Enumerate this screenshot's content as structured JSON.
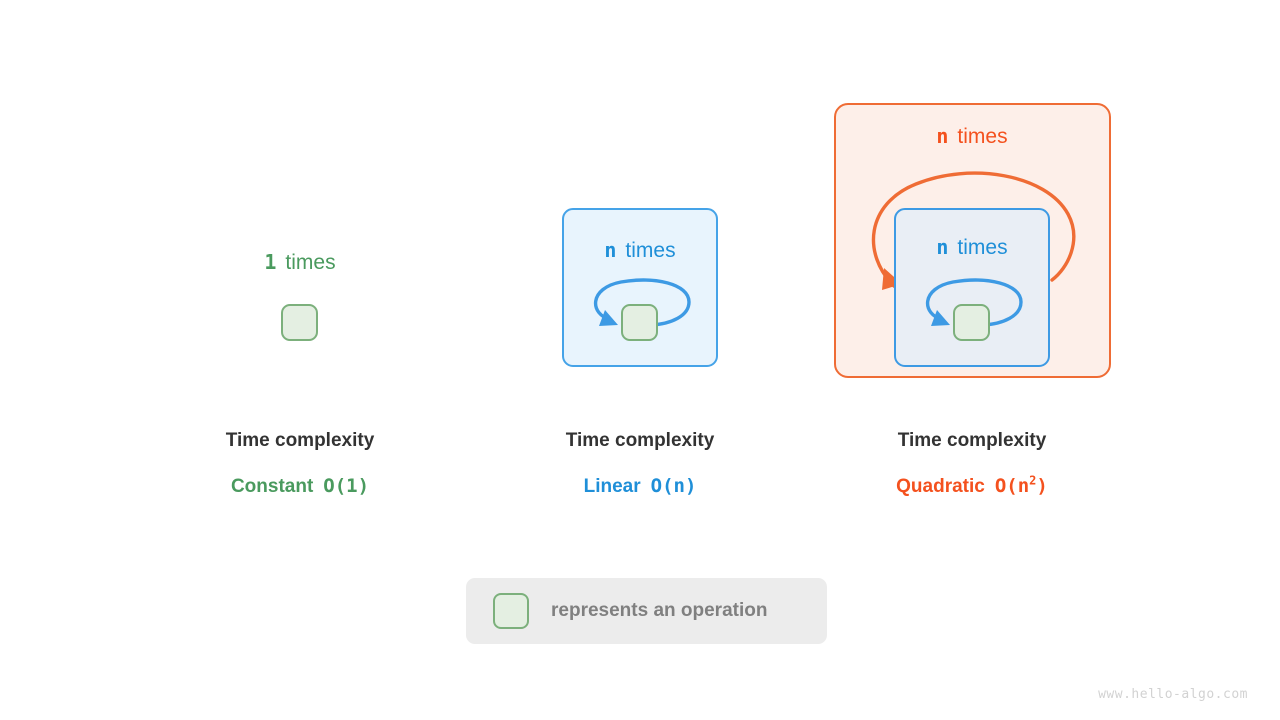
{
  "diagram": {
    "watermark": "www.hello-algo.com",
    "legend": {
      "swatch_name": "operation-box",
      "text": "represents an operation"
    },
    "colors": {
      "green": "#4a9a5e",
      "green_box_fill": "#e4efe2",
      "green_box_border": "#7cb07c",
      "blue": "#1f8fd8",
      "blue_box_fill": "#e8f4fd",
      "blue_box_border": "#45a3e8",
      "blue_nested_fill": "#e9eef5",
      "orange": "#f4511e",
      "orange_box_fill": "#fdefe9",
      "orange_box_border": "#ef6c35",
      "title_color": "#333333",
      "legend_bg": "#ececec",
      "legend_text": "#808080",
      "watermark": "#d2d2d2"
    },
    "columns": [
      {
        "id": "constant",
        "loop_caption": {
          "count": "1",
          "times": "times"
        },
        "title": "Time complexity",
        "value_word": "Constant",
        "value_bigo": "O(1)",
        "value_bigo_base": "O(1)",
        "value_bigo_exp": ""
      },
      {
        "id": "linear",
        "loop_caption": {
          "count": "n",
          "times": "times"
        },
        "title": "Time complexity",
        "value_word": "Linear",
        "value_bigo": "O(n)",
        "value_bigo_base": "O(n)",
        "value_bigo_exp": ""
      },
      {
        "id": "quadratic",
        "outer_caption": {
          "count": "n",
          "times": "times"
        },
        "inner_caption": {
          "count": "n",
          "times": "times"
        },
        "title": "Time complexity",
        "value_word": "Quadratic",
        "value_bigo": "O(n2)",
        "value_bigo_prefix": "O(n",
        "value_bigo_exp": "2",
        "value_bigo_suffix": ")"
      }
    ]
  }
}
